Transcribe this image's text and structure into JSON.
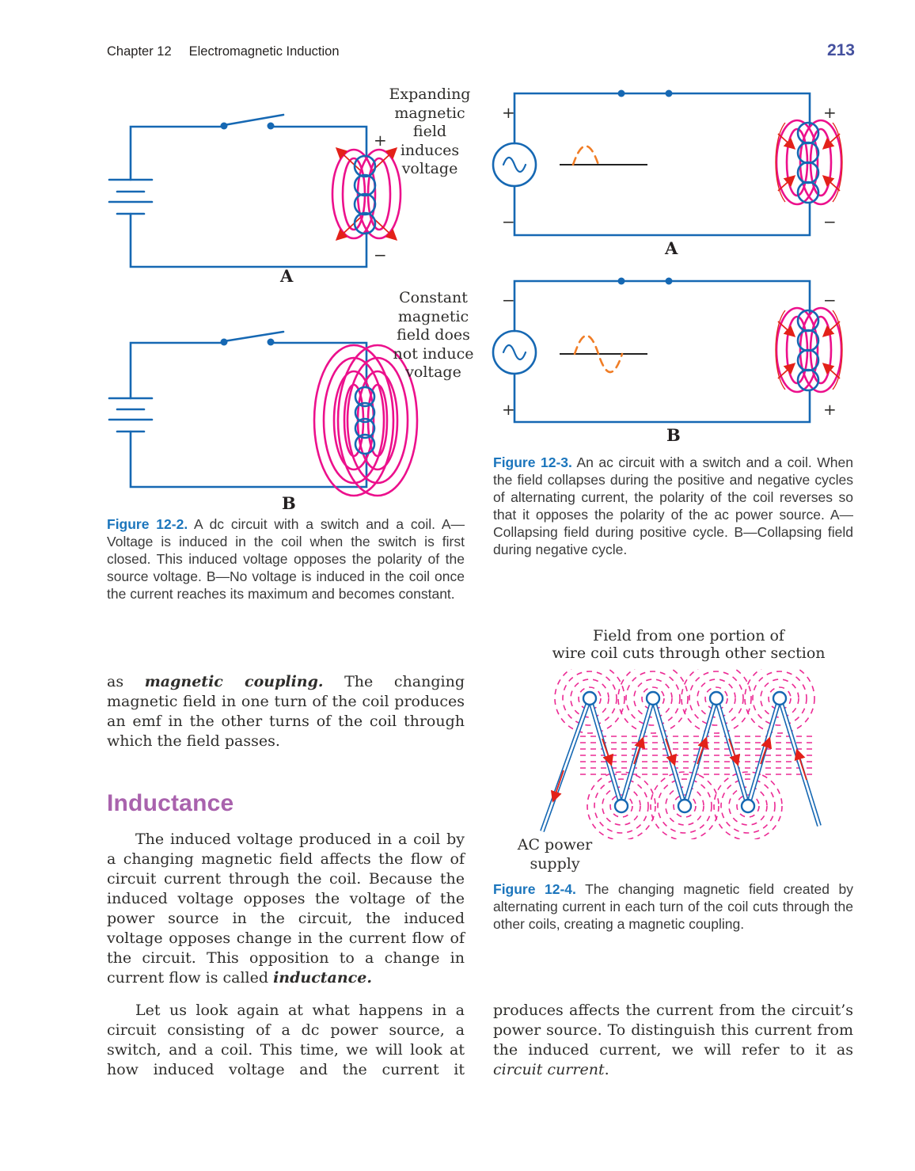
{
  "header": {
    "chapter_label": "Chapter 12",
    "chapter_title": "Electromagnetic Induction",
    "page_number": "213"
  },
  "symbols": {
    "plus": "+",
    "minus": "−"
  },
  "fig2": {
    "annotation_a": "Expanding magnetic field induces voltage",
    "annotation_b": "Constant magnetic field does not induce voltage",
    "label_a": "A",
    "label_b": "B",
    "caption_lead": "Figure 12-2.",
    "caption_body": "A dc circuit with a switch and a coil. A—Voltage is induced in the coil when the switch is first closed. This induced voltage opposes the polarity of the source voltage. B—No voltage is induced in the coil once the current reaches its maximum and becomes constant."
  },
  "fig3": {
    "label_a": "A",
    "label_b": "B",
    "caption_lead": "Figure 12-3.",
    "caption_body": "An ac circuit with a switch and a coil. When the field collapses during the positive and negative cycles of alternating current, the polarity of the coil reverses so that it opposes the polarity of the ac power source. A—Collapsing field during positive cycle. B—Collapsing field during negative cycle."
  },
  "fig4": {
    "title_line1": "Field from one portion of",
    "title_line2": "wire coil cuts through other section",
    "ac_label": "AC power supply",
    "caption_lead": "Figure 12-4.",
    "caption_body": "The changing magnetic field created by alternating current in each turn of the coil cuts through the other coils, creating a magnetic coupling."
  },
  "left_column": {
    "para_coupling": {
      "pre": "as ",
      "em": "magnetic coupling.",
      "post": " The changing magnetic field in one turn of the coil produces an emf in the other turns of the coil through which the field passes."
    },
    "heading": "Inductance",
    "para1": {
      "text": "The induced voltage produced in a coil by a changing magnetic field affects the flow of circuit current through the coil. Because the induced voltage opposes the voltage of the power source in the circuit, the induced voltage opposes change in the current flow of the circuit. This opposition to a change in current flow is called ",
      "em": "inductance."
    },
    "para2": "Let us look again at what happens in a circuit consisting of a dc power source, a switch, and a coil. This time, we will look at how induced voltage and the current it"
  },
  "right_column": {
    "para": {
      "pre": "produces affects the current from the circuit’s power source. To distinguish this current from the induced current, we will refer to it as ",
      "em": "circuit current",
      "post": "."
    }
  },
  "colors": {
    "circuit_blue": "#1668b3",
    "field_pink": "#ec108c",
    "arrow_red": "#e32119",
    "wave_orange": "#f07d26",
    "caption_blue": "#1b75bc",
    "heading_purple": "#a962ad",
    "page_number_blue": "#44509e"
  }
}
